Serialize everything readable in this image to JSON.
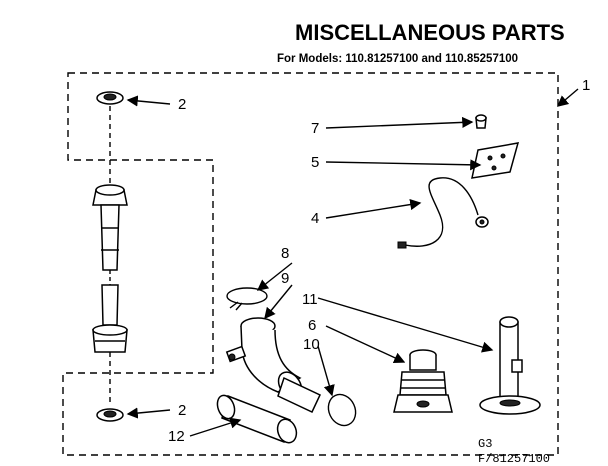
{
  "header": {
    "title": "MISCELLANEOUS PARTS",
    "models": "For Models: 110.81257100  and 110.85257100"
  },
  "callouts": {
    "c1": "1",
    "c2a": "2",
    "c2b": "2",
    "c4": "4",
    "c5": "5",
    "c6": "6",
    "c7": "7",
    "c8": "8",
    "c9": "9",
    "c10": "10",
    "c11": "11",
    "c12": "12"
  },
  "footer": {
    "g3": "G3",
    "part_code": "F/81257100"
  }
}
